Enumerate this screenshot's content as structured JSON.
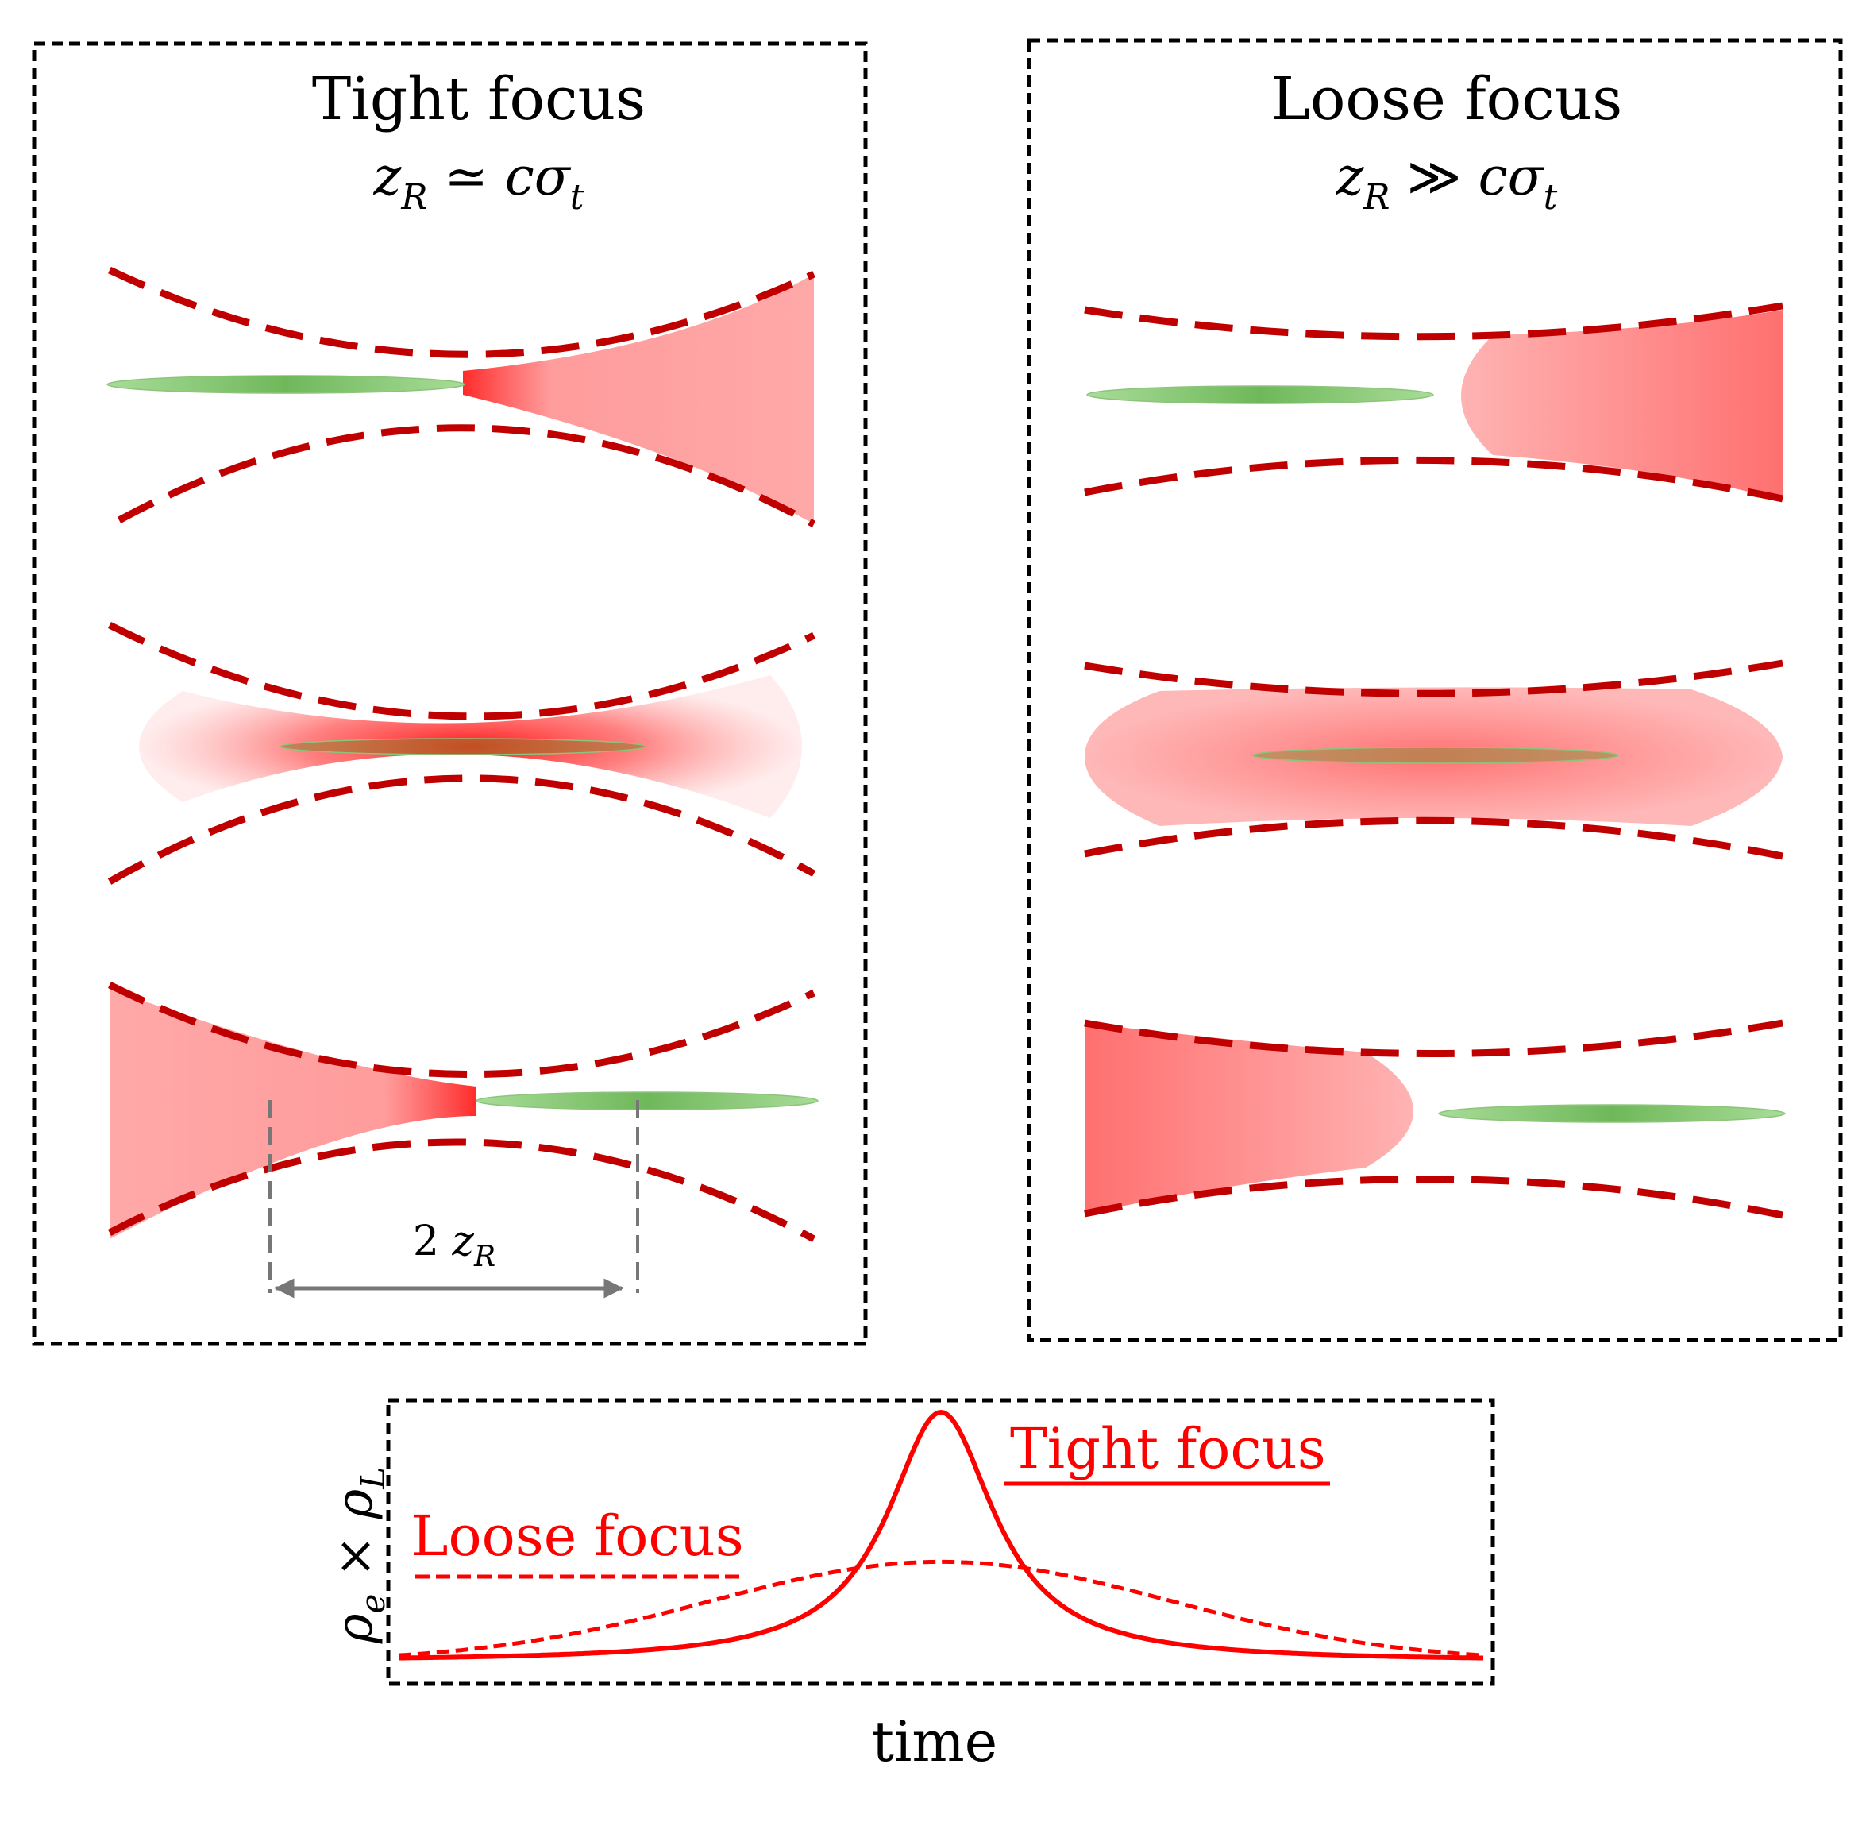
{
  "panels": {
    "tight": {
      "title": "Tight focus",
      "condition": {
        "lhs": "z",
        "lhs_sub": "R",
        "relation": "≃",
        "rhs": "cσ",
        "rhs_sub": "t"
      },
      "span_label": {
        "prefix": "2 ",
        "symbol": "z",
        "sub": "R"
      }
    },
    "loose": {
      "title": "Loose focus",
      "condition": {
        "lhs": "z",
        "lhs_sub": "R",
        "relation": "≫",
        "rhs": "cσ",
        "rhs_sub": "t"
      }
    }
  },
  "colors": {
    "beam_envelope": "#c00000",
    "laser": "#ff4040",
    "electron_beam": "#7cc46a",
    "curve": "#ff0000",
    "frame": "#000000",
    "span_marker": "#777777"
  },
  "chart_data": {
    "type": "line",
    "ylabel": {
      "a": "ρ",
      "a_sub": "e",
      "op": " × ",
      "b": "ρ",
      "b_sub": "L"
    },
    "xlabel": "time",
    "grid": false,
    "series": [
      {
        "name": "Tight focus",
        "style": "solid",
        "peak": 1.0,
        "width": 0.06
      },
      {
        "name": "Loose focus",
        "style": "dashed",
        "peak": 0.4,
        "width": 0.38
      }
    ]
  }
}
